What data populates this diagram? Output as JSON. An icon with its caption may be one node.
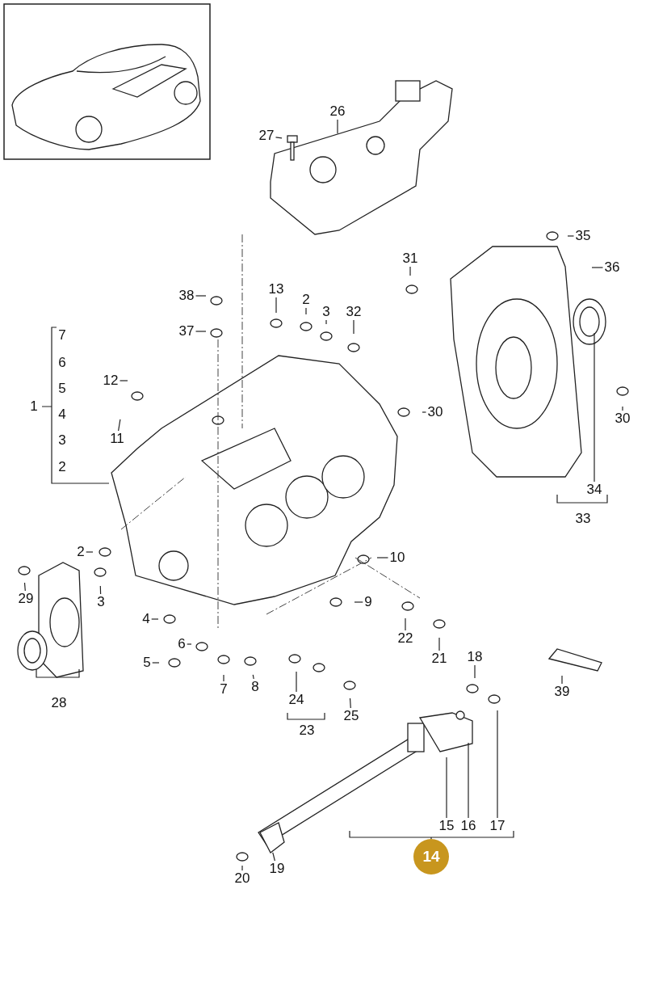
{
  "diagram": {
    "nodes": [
      {
        "text": [
          "26"
        ]
      },
      {
        "text": [
          "27"
        ]
      },
      {
        "text": [
          "35"
        ]
      },
      {
        "text": [
          "31"
        ]
      },
      {
        "text": [
          "36"
        ]
      },
      {
        "text": [
          "13"
        ]
      },
      {
        "text": [
          "2"
        ]
      },
      {
        "text": [
          "38"
        ]
      },
      {
        "text": [
          "3"
        ]
      },
      {
        "text": [
          "32"
        ]
      },
      {
        "text": [
          "37"
        ]
      },
      {
        "text": [
          "12"
        ]
      },
      {
        "text": [
          "30"
        ]
      },
      {
        "text": [
          "30"
        ]
      },
      {
        "text": [
          "11"
        ]
      },
      {
        "text": [
          "34"
        ]
      },
      {
        "text": [
          "2"
        ]
      },
      {
        "text": [
          "10"
        ]
      },
      {
        "text": [
          "29"
        ]
      },
      {
        "text": [
          "3"
        ]
      },
      {
        "text": [
          "9"
        ]
      },
      {
        "text": [
          "4"
        ]
      },
      {
        "text": [
          "22"
        ]
      },
      {
        "text": [
          "6"
        ]
      },
      {
        "text": [
          "21"
        ]
      },
      {
        "text": [
          "5"
        ]
      },
      {
        "text": [
          "18"
        ]
      },
      {
        "text": [
          "8"
        ]
      },
      {
        "text": [
          "7"
        ]
      },
      {
        "text": [
          "24"
        ]
      },
      {
        "text": [
          "39"
        ]
      },
      {
        "text": [
          "25"
        ]
      },
      {
        "text": [
          "15"
        ]
      },
      {
        "text": [
          "16"
        ]
      },
      {
        "text": [
          "17"
        ]
      },
      {
        "text": [
          "14"
        ]
      },
      {
        "text": [
          "19"
        ]
      },
      {
        "text": [
          "20"
        ]
      }
    ],
    "edges": [
      {
        "from": 0,
        "to": null,
        "arrow": "none"
      },
      {
        "from": 1,
        "to": null,
        "arrow": "none"
      },
      {
        "from": 2,
        "to": null,
        "arrow": "none"
      },
      {
        "from": 3,
        "to": null,
        "arrow": "none"
      },
      {
        "from": 4,
        "to": null,
        "arrow": "none"
      },
      {
        "from": 5,
        "to": null,
        "arrow": "none"
      },
      {
        "from": 6,
        "to": null,
        "arrow": "none"
      },
      {
        "from": 7,
        "to": null,
        "arrow": "none"
      },
      {
        "from": 8,
        "to": null,
        "arrow": "none"
      },
      {
        "from": 9,
        "to": null,
        "arrow": "none"
      },
      {
        "from": 10,
        "to": null,
        "arrow": "none"
      },
      {
        "from": 11,
        "to": null,
        "arrow": "none"
      },
      {
        "from": 12,
        "to": null,
        "arrow": "none"
      },
      {
        "from": 13,
        "to": null,
        "arrow": "none"
      },
      {
        "from": 14,
        "to": null,
        "arrow": "none"
      },
      {
        "from": 15,
        "to": null,
        "arrow": "none"
      },
      {
        "from": 16,
        "to": null,
        "arrow": "none"
      },
      {
        "from": 17,
        "to": null,
        "arrow": "none"
      },
      {
        "from": 18,
        "to": null,
        "arrow": "none"
      },
      {
        "from": 19,
        "to": null,
        "arrow": "none"
      },
      {
        "from": 20,
        "to": null,
        "arrow": "none"
      },
      {
        "from": 21,
        "to": null,
        "arrow": "none"
      },
      {
        "from": 22,
        "to": null,
        "arrow": "none"
      },
      {
        "from": 23,
        "to": null,
        "arrow": "none"
      },
      {
        "from": 24,
        "to": null,
        "arrow": "none"
      },
      {
        "from": 25,
        "to": null,
        "arrow": "none"
      },
      {
        "from": 26,
        "to": null,
        "arrow": "none"
      },
      {
        "from": 27,
        "to": null,
        "arrow": "none"
      },
      {
        "from": 28,
        "to": null,
        "arrow": "none"
      },
      {
        "from": 29,
        "to": null,
        "arrow": "none"
      },
      {
        "from": 30,
        "to": null,
        "arrow": "none"
      },
      {
        "from": 31,
        "to": null,
        "arrow": "none"
      },
      {
        "from": 32,
        "to": null,
        "arrow": "none"
      },
      {
        "from": 33,
        "to": null,
        "arrow": "none"
      },
      {
        "from": 34,
        "to": null,
        "arrow": "none"
      },
      {
        "from": 36,
        "to": null,
        "arrow": "none"
      },
      {
        "from": 37,
        "to": null,
        "arrow": "none"
      }
    ],
    "labels": [
      "7",
      "6",
      "5",
      "4",
      "3",
      "2",
      "1",
      "33",
      "28",
      "23"
    ]
  }
}
